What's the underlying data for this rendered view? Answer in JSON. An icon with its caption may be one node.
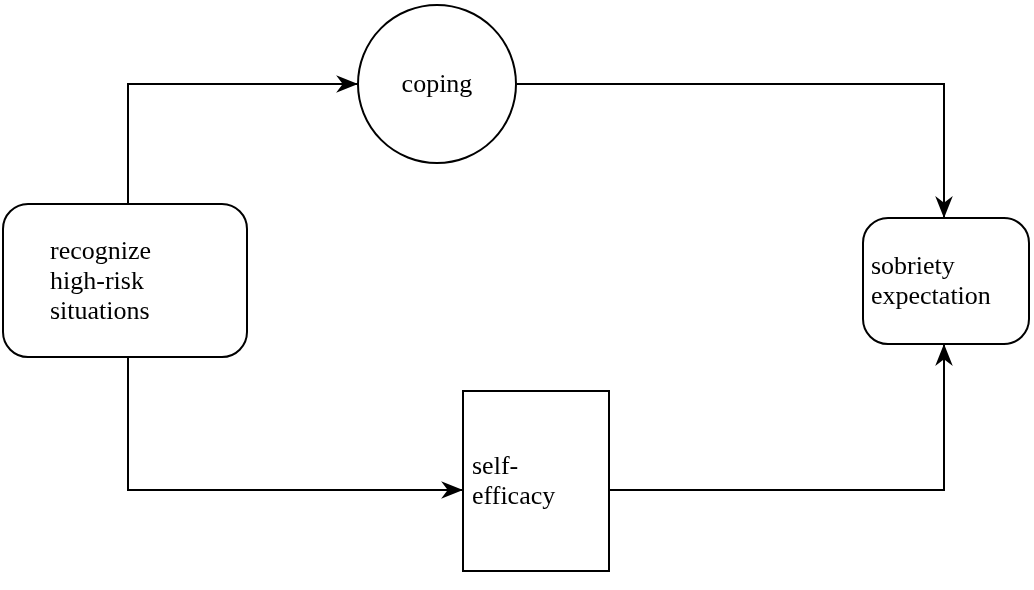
{
  "diagram": {
    "nodes": [
      {
        "text": [
          "recognize high-risk situations"
        ]
      },
      {
        "text": [
          "coping"
        ]
      },
      {
        "text": [
          "self-efficacy"
        ]
      },
      {
        "text": [
          "sobriety expectation"
        ]
      }
    ],
    "edges": [
      {
        "from": 0,
        "to": 1,
        "arrow": "to"
      },
      {
        "from": 0,
        "to": 2,
        "arrow": "to"
      },
      {
        "from": 1,
        "to": 3,
        "arrow": "to"
      },
      {
        "from": 2,
        "to": 3,
        "arrow": "to"
      }
    ]
  }
}
